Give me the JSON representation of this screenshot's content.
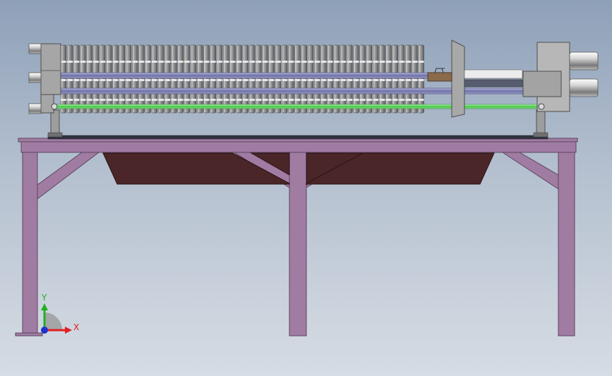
{
  "colors": {
    "frame": "#a07ca3",
    "frame_edge": "#5d455f",
    "tray": "#4a2628",
    "plate_dark": "#5a5a5a",
    "plate_light": "#b9b9b9",
    "rod": "#7d80b0",
    "green_rod": "#5ed15e",
    "cylinder": "#c7c7c7",
    "block": "#8a6a4b",
    "axis_x": "#e02020",
    "axis_y": "#20b020",
    "axis_z": "#2030d0"
  },
  "axis_triad": {
    "x_label": "X",
    "y_label": "Y"
  },
  "filter_plates": {
    "count": 56
  }
}
